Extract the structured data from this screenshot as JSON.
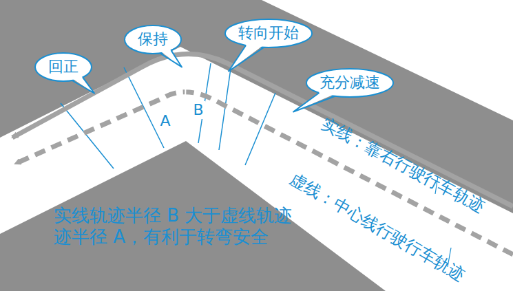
{
  "diagram": {
    "nodes": [
      {
        "text": [
          "回正"
        ]
      },
      {
        "text": [
          "保持"
        ]
      },
      {
        "text": [
          "转向开始"
        ]
      },
      {
        "text": [
          "充分减速"
        ]
      }
    ],
    "labels": [
      "实线：靠右行驶行车轨迹",
      "虚线：中心线行驶行车轨迹",
      "A",
      "B",
      "实线轨迹半径 B 大于虚线轨迹 迹半径 A，有利于转弯安全"
    ]
  }
}
